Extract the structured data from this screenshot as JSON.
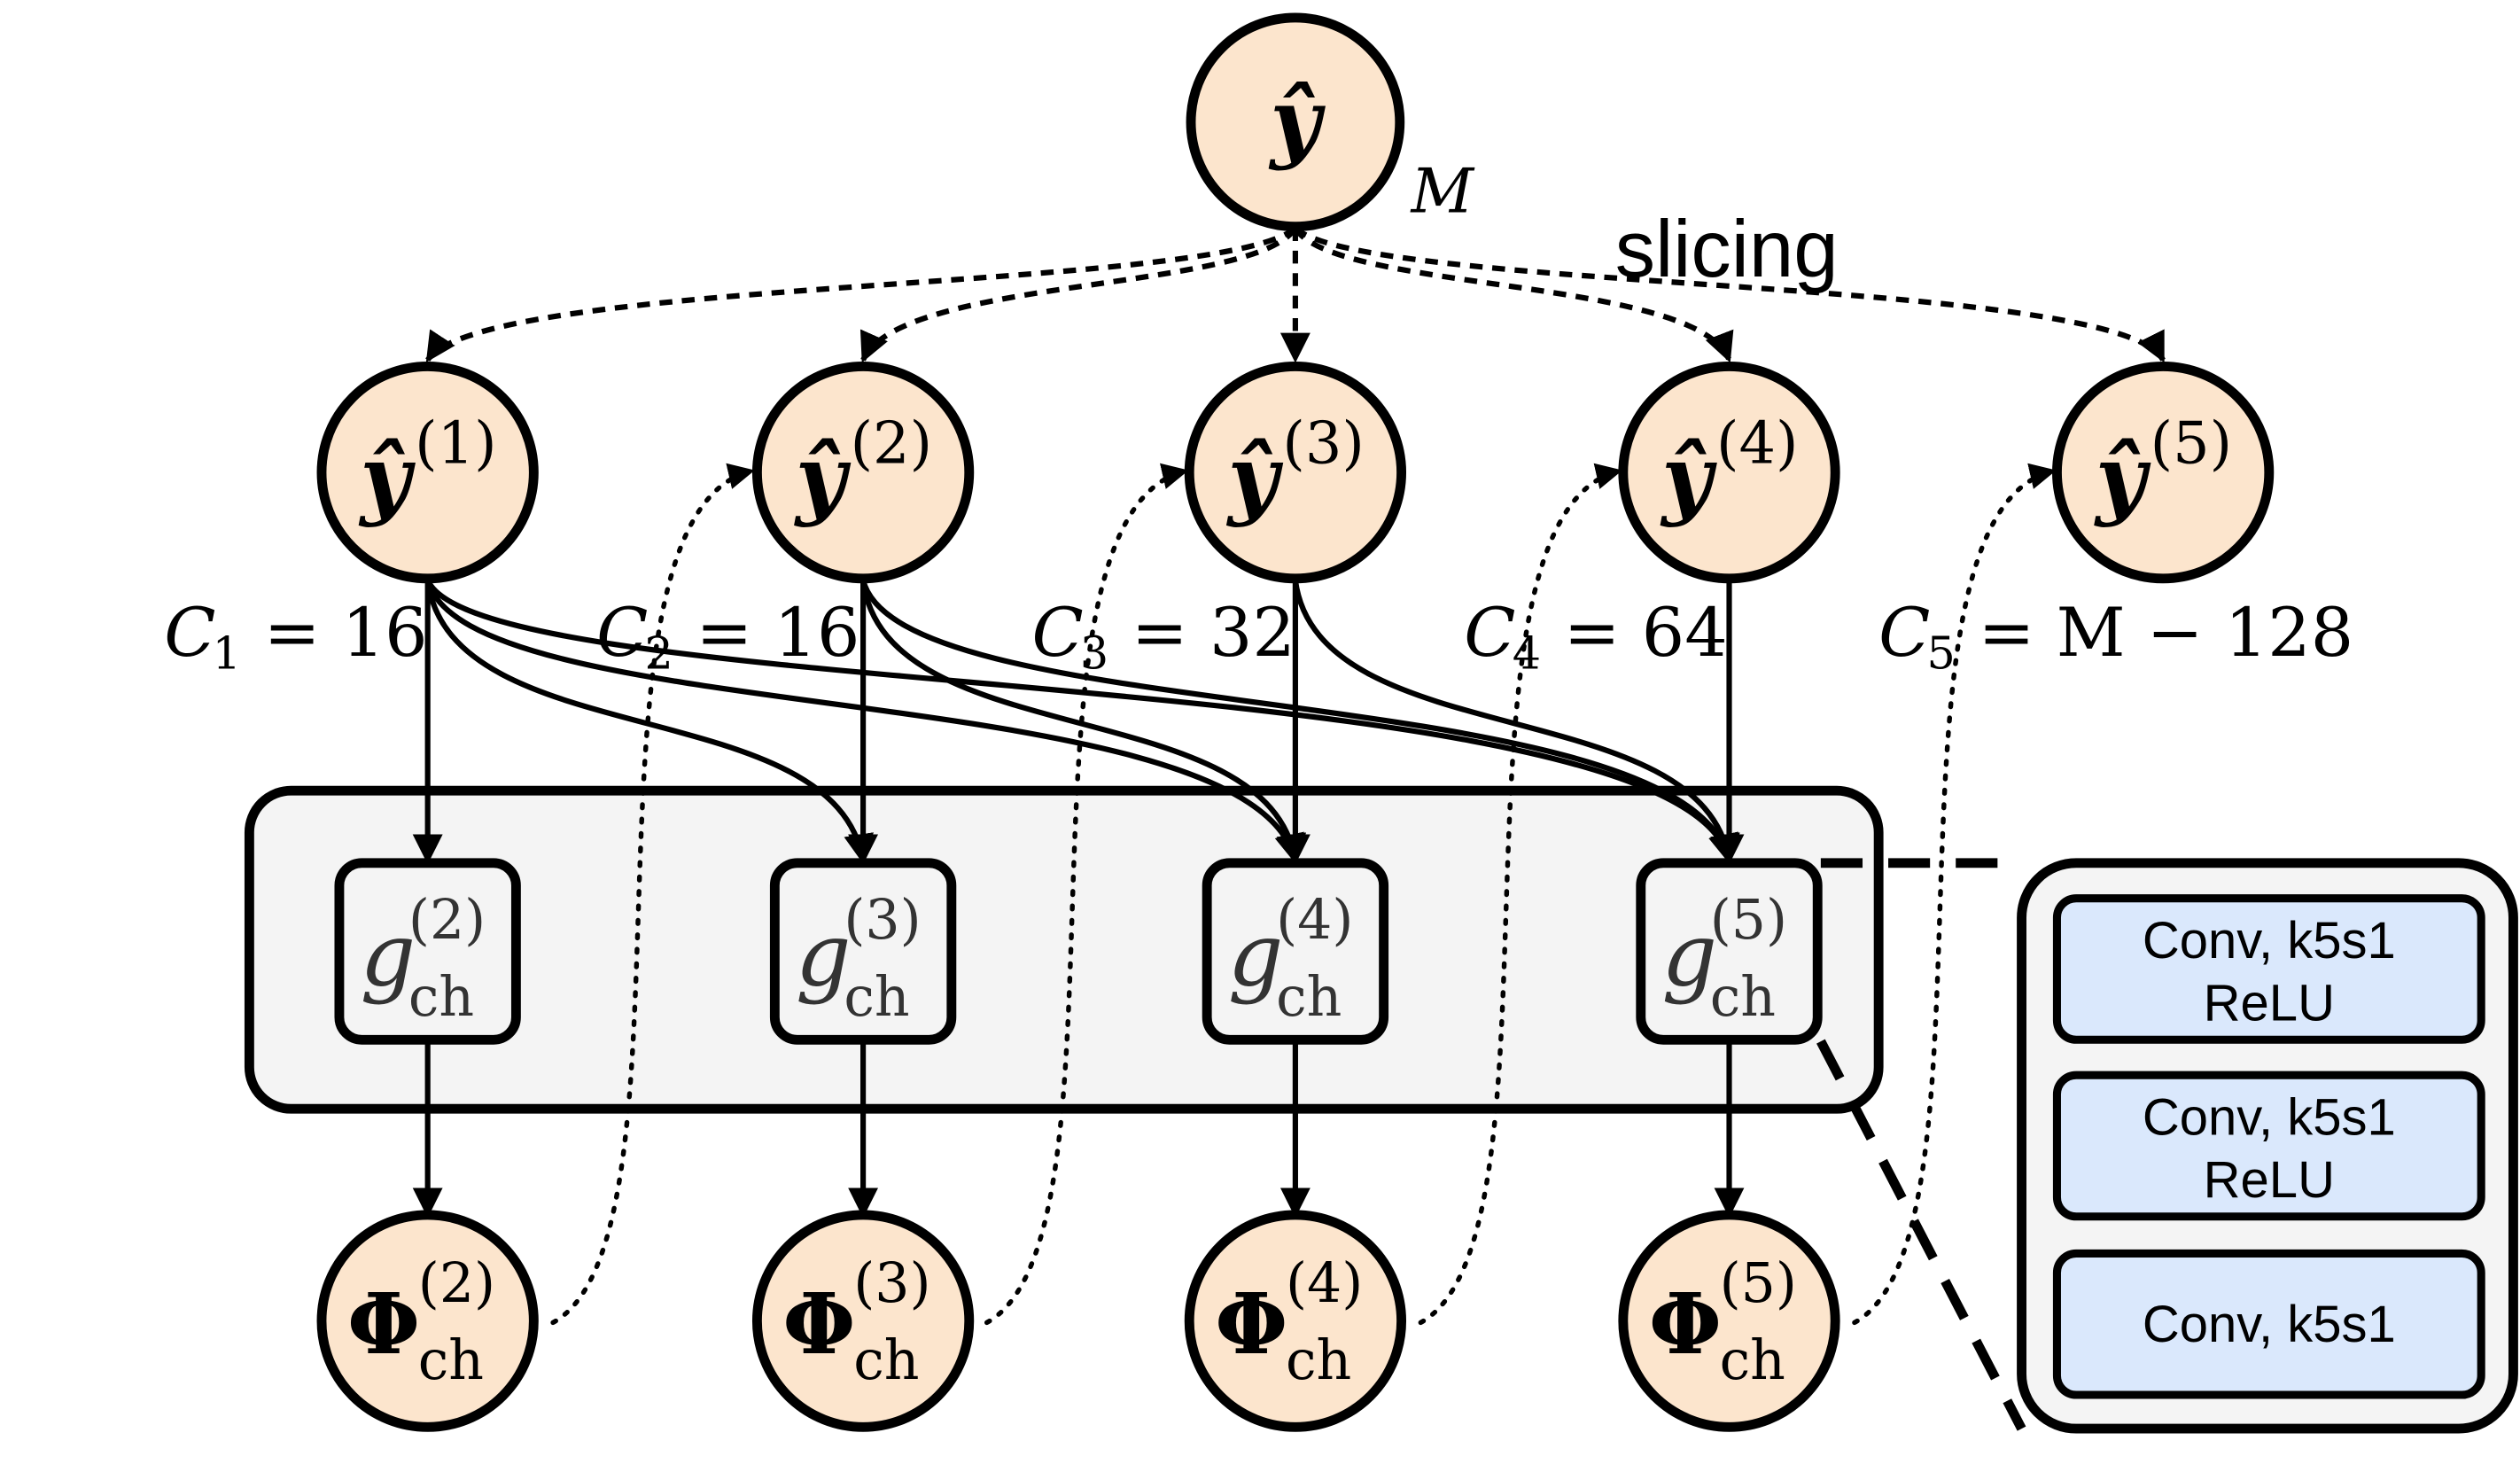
{
  "top_node": {
    "symbol": "ŷ",
    "size_label": "M"
  },
  "slicing_label": "slicing",
  "slices": [
    {
      "symbol": "ŷ",
      "index": "(1)",
      "channel_label": "C",
      "channel_sub": "1",
      "channel_eq": "= 16"
    },
    {
      "symbol": "ŷ",
      "index": "(2)",
      "channel_label": "C",
      "channel_sub": "2",
      "channel_eq": "= 16"
    },
    {
      "symbol": "ŷ",
      "index": "(3)",
      "channel_label": "C",
      "channel_sub": "3",
      "channel_eq": "= 32"
    },
    {
      "symbol": "ŷ",
      "index": "(4)",
      "channel_label": "C",
      "channel_sub": "4",
      "channel_eq": "= 64"
    },
    {
      "symbol": "ŷ",
      "index": "(5)",
      "channel_label": "C",
      "channel_sub": "5",
      "channel_eq": "= M − 128"
    }
  ],
  "g_blocks": [
    {
      "symbol": "g",
      "sup": "(2)",
      "sub": "ch"
    },
    {
      "symbol": "g",
      "sup": "(3)",
      "sub": "ch"
    },
    {
      "symbol": "g",
      "sup": "(4)",
      "sub": "ch"
    },
    {
      "symbol": "g",
      "sup": "(5)",
      "sub": "ch"
    }
  ],
  "phi_nodes": [
    {
      "symbol": "Φ",
      "sup": "(2)",
      "sub": "ch"
    },
    {
      "symbol": "Φ",
      "sup": "(3)",
      "sub": "ch"
    },
    {
      "symbol": "Φ",
      "sup": "(4)",
      "sub": "ch"
    },
    {
      "symbol": "Φ",
      "sup": "(5)",
      "sub": "ch"
    }
  ],
  "detail_panel": {
    "layers": [
      {
        "line1": "Conv, k5s1",
        "line2": "ReLU"
      },
      {
        "line1": "Conv, k5s1",
        "line2": "ReLU"
      },
      {
        "line1": "Conv, k5s1",
        "line2": ""
      }
    ]
  }
}
